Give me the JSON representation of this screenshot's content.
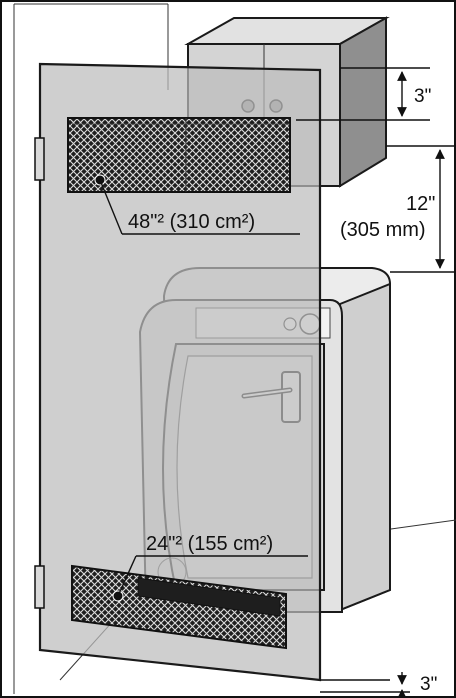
{
  "labels": {
    "upper_vent_area": "48\"² (310 cm²)",
    "lower_vent_area": "24\"² (155 cm²)",
    "cabinet_gap": "3\"",
    "cabinet_clearance_in": "12\"",
    "cabinet_clearance_mm": "(305 mm)",
    "floor_gap": "3\""
  },
  "colors": {
    "line": "#1a1a1a",
    "door_fill": "#c9c9c9",
    "wall_fill": "#ffffff",
    "cabinet_fill": "#d4d4d4",
    "cabinet_side": "#8f8f8f",
    "appliance_fill": "#e3e3e3",
    "mesh_fill": "#222222"
  }
}
